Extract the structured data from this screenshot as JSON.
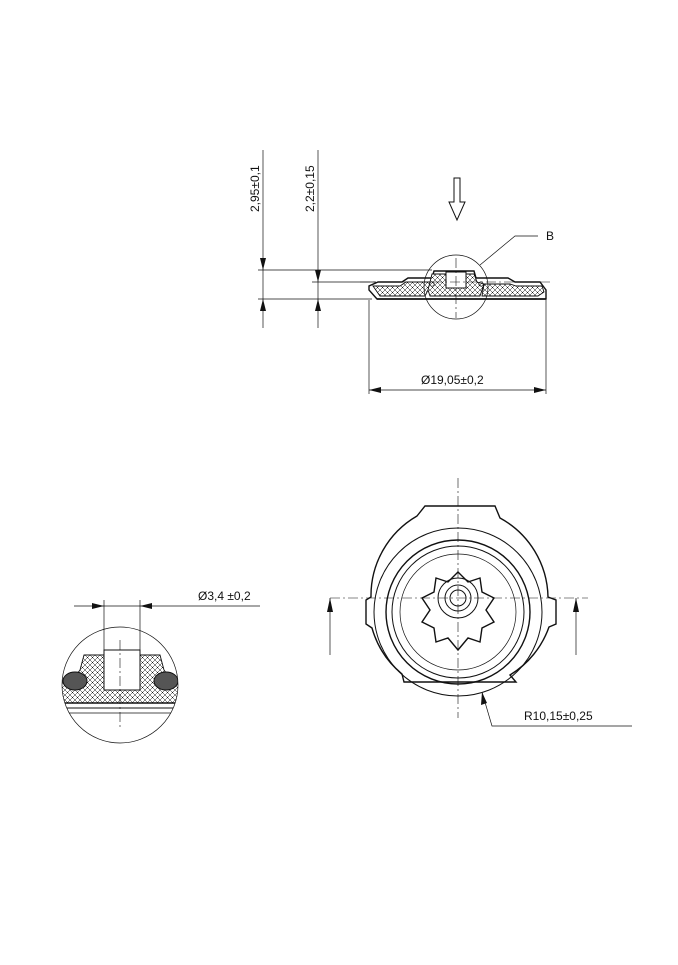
{
  "dimensions": {
    "total_height": "2,95±0,1",
    "inner_height": "2,2±0,15",
    "outer_diameter": "Ø19,05±0,2",
    "bore_diameter": "Ø3,4 ±0,2",
    "radius": "R10,15±0,25"
  },
  "labels": {
    "detail_callout": "B"
  },
  "colors": {
    "line": "#111111",
    "background": "#ffffff"
  }
}
